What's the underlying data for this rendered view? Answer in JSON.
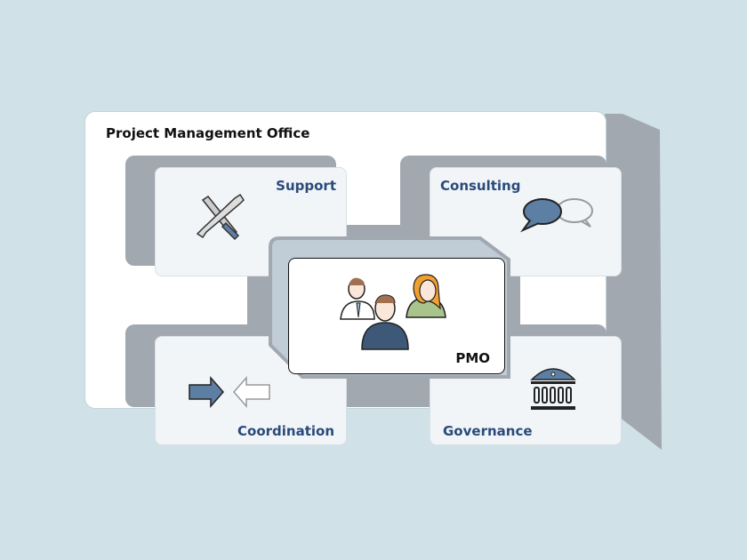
{
  "diagram": {
    "title": "Project Management Office",
    "center": {
      "label": "PMO",
      "icon": "people-group-icon"
    },
    "quadrants": [
      {
        "label": "Support",
        "icon": "tools-icon"
      },
      {
        "label": "Consulting",
        "icon": "speech-bubbles-icon"
      },
      {
        "label": "Coordination",
        "icon": "arrows-icon"
      },
      {
        "label": "Governance",
        "icon": "institution-icon"
      }
    ],
    "colors": {
      "background": "#d0e1e8",
      "accent": "#2a4a7a",
      "shadow": "#a1a8b0",
      "card": "#f2f5f8"
    }
  }
}
